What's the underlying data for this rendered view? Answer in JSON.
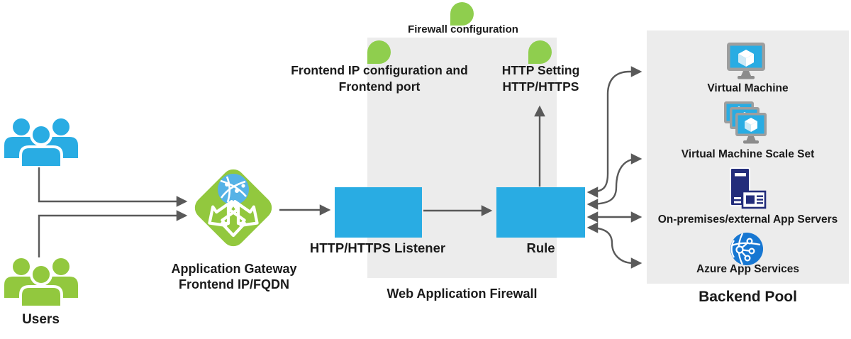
{
  "users": {
    "label": "Users"
  },
  "gateway": {
    "line1": "Application Gateway",
    "line2": "Frontend IP/FQDN"
  },
  "waf": {
    "title": "Web Application Firewall",
    "firewall_configuration": "Firewall configuration",
    "frontend_line1": "Frontend IP configuration and",
    "frontend_line2": "Frontend port",
    "http_setting_line1": "HTTP Setting",
    "http_setting_line2": "HTTP/HTTPS",
    "listener": "HTTP/HTTPS Listener",
    "rule": "Rule"
  },
  "backend_pool": {
    "title": "Backend Pool",
    "items": [
      {
        "label": "Virtual Machine",
        "icon": "virtual-machine-icon"
      },
      {
        "label": "Virtual Machine Scale Set",
        "icon": "vm-scale-set-icon"
      },
      {
        "label": "On-premises/external App Servers",
        "icon": "on-premises-server-icon"
      },
      {
        "label": "Azure App Services",
        "icon": "azure-app-services-icon"
      }
    ]
  },
  "colors": {
    "blue": "#29ACE3",
    "green": "#92C83E",
    "marker_green": "#8FCE4E",
    "box_gray": "#ECECEC",
    "arrow_gray": "#595959",
    "navy": "#232D7B",
    "app_service_blue": "#1777D2",
    "text": "#1A1A1A"
  }
}
